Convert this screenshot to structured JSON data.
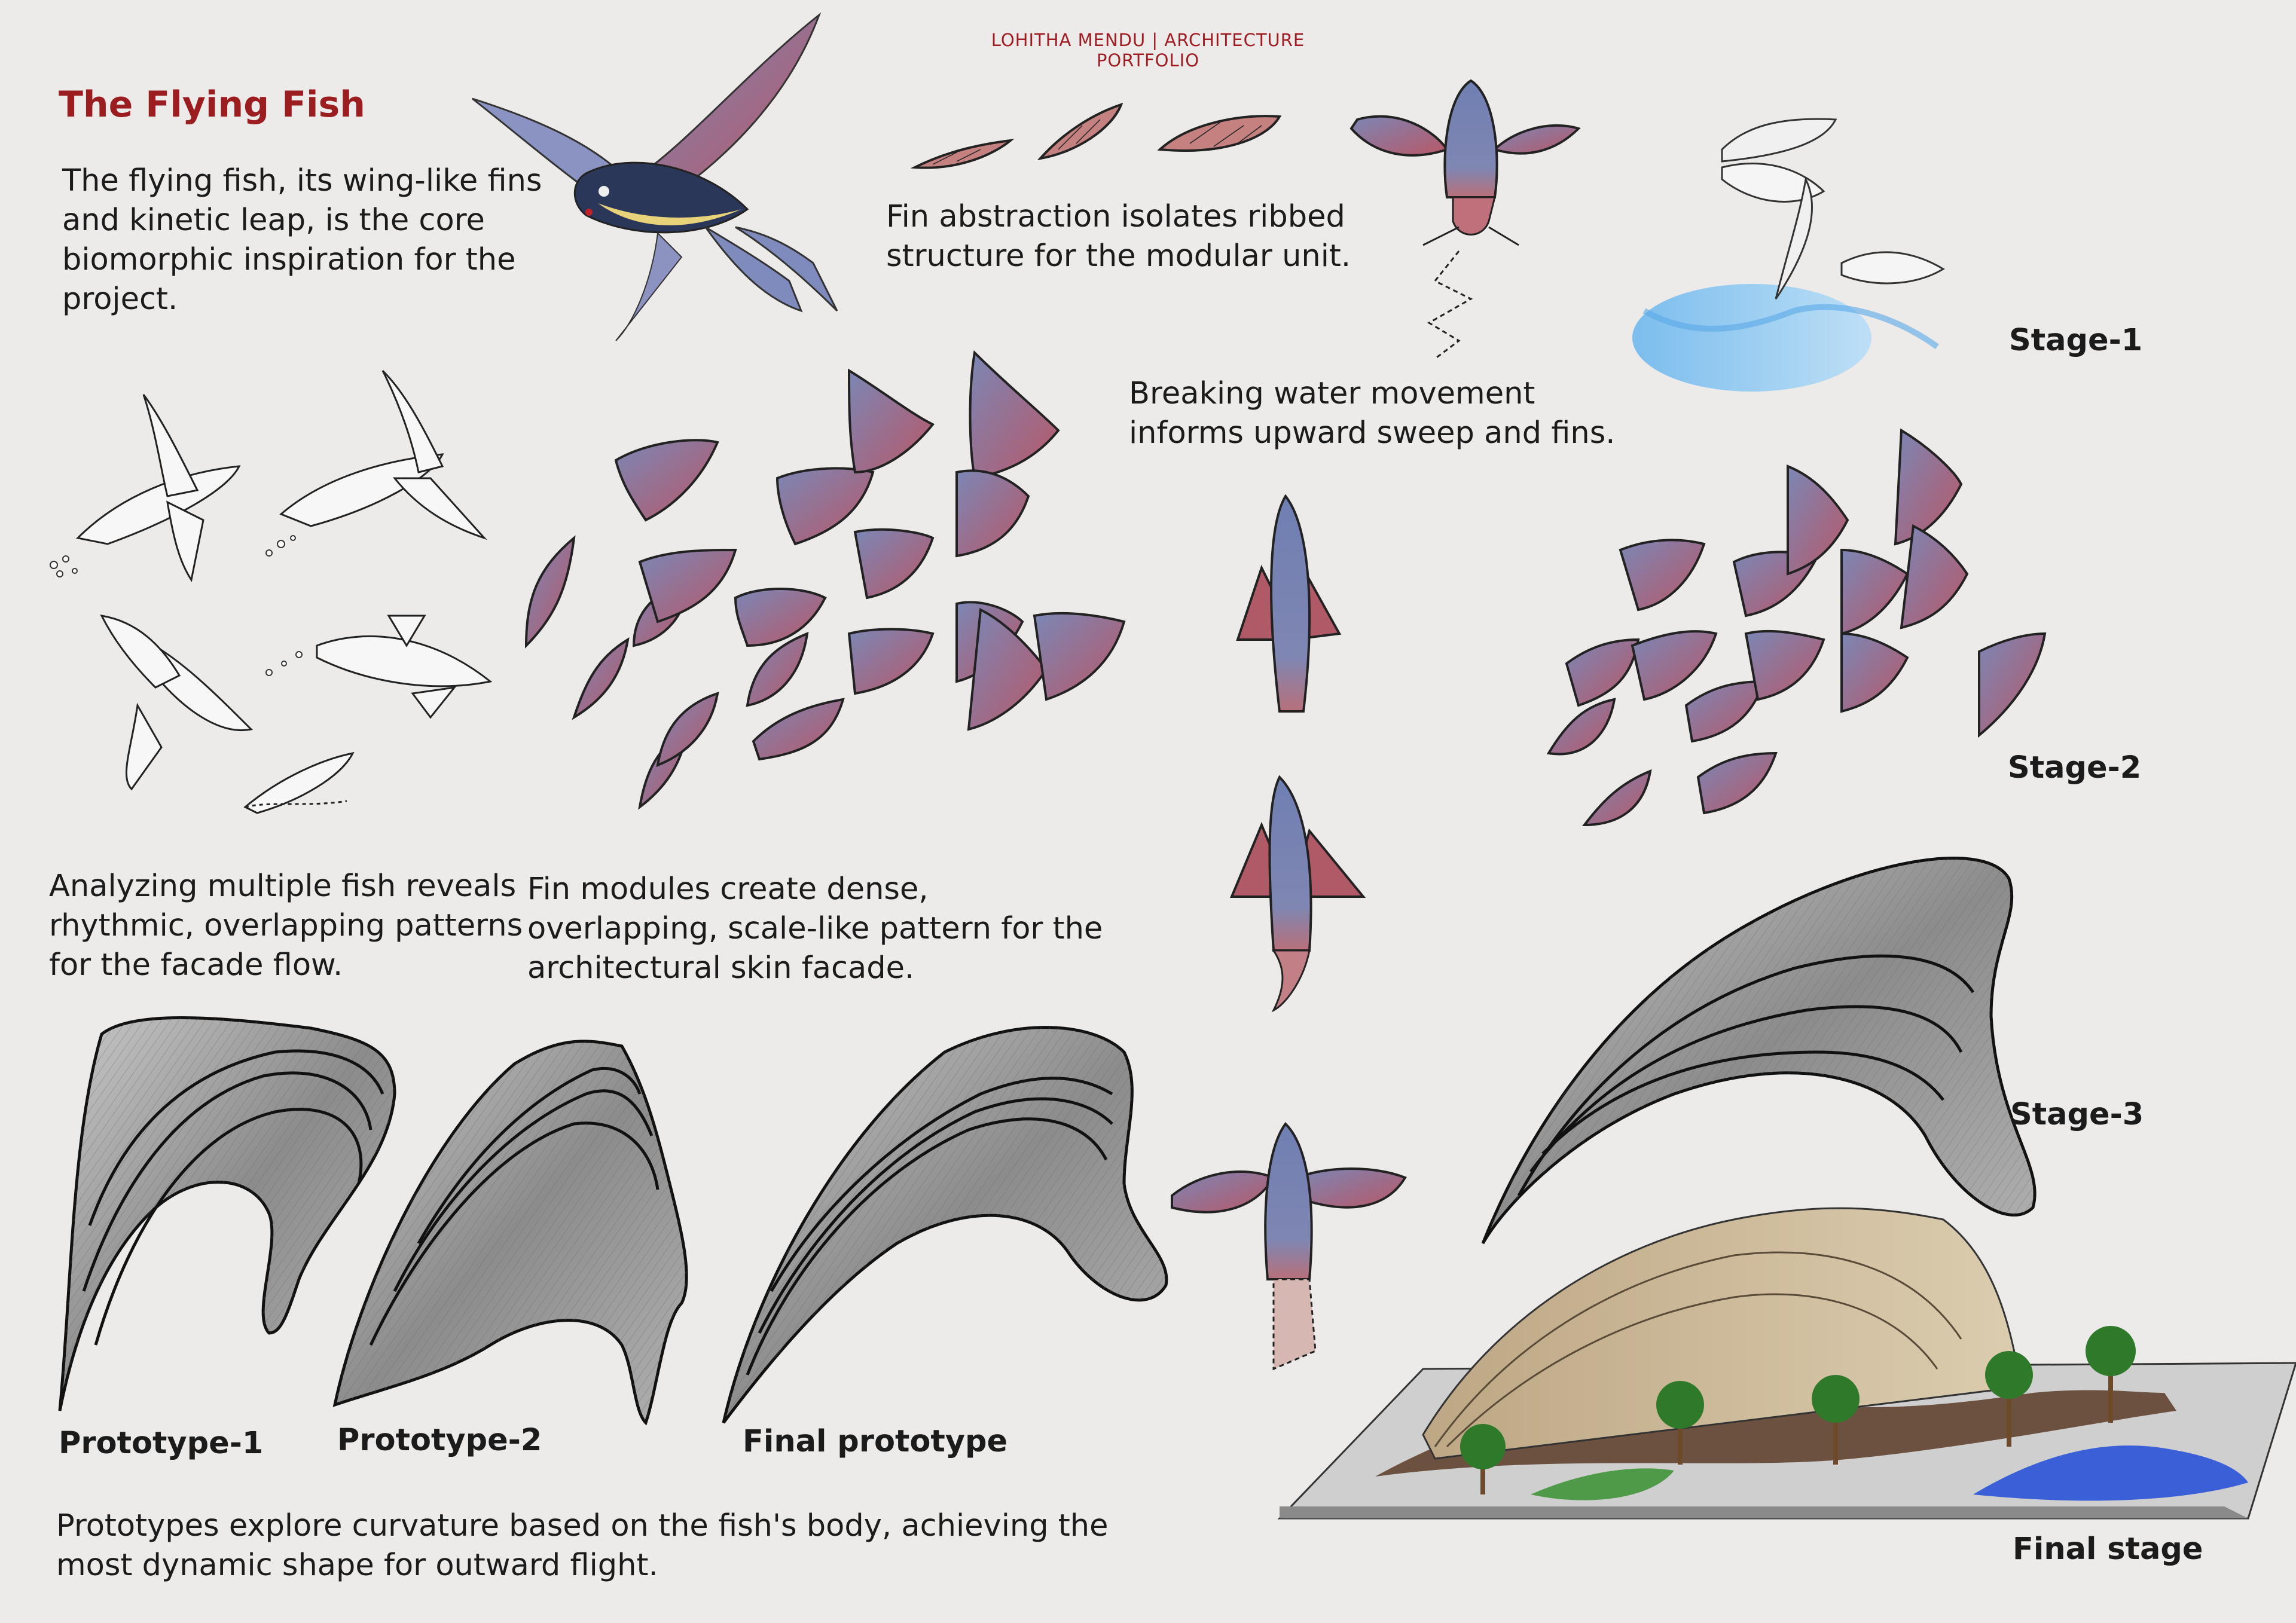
{
  "header": "LOHITHA MENDU | ARCHITECTURE PORTFOLIO",
  "title": "The Flying Fish",
  "captions": {
    "intro": "The flying fish, its wing-like fins and kinetic leap, is the core biomorphic inspiration for the project.",
    "fin_abstraction": "Fin abstraction isolates ribbed structure for the modular unit.",
    "water_movement": "Breaking water movement informs upward sweep and fins.",
    "analysis": "Analyzing multiple fish reveals rhythmic, overlapping patterns for the facade flow.",
    "fin_modules": "Fin modules create dense, overlapping, scale-like pattern for the architectural skin facade.",
    "prototypes": "Prototypes explore curvature based on the fish's body, achieving the most dynamic shape for outward flight."
  },
  "stages": {
    "stage1": "Stage-1",
    "stage2": "Stage-2",
    "stage3": "Stage-3",
    "final": "Final stage"
  },
  "prototype_labels": {
    "p1": "Prototype-1",
    "p2": "Prototype-2",
    "final": "Final prototype"
  },
  "colors": {
    "accent": "#9b1d20",
    "fin_blue": "#7a86b4",
    "fin_red": "#b05a68",
    "shell_grey": "#8f8f8f",
    "water_blue": "#3b5fd6",
    "grass_green": "#4f9a48",
    "path_brown": "#6d5140",
    "sand": "#cbb898"
  }
}
